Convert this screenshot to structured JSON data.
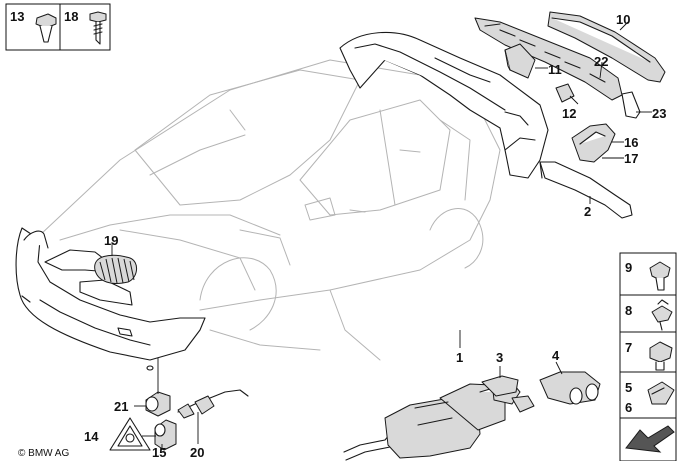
{
  "callouts": {
    "c1": "1",
    "c2": "2",
    "c3": "3",
    "c4": "4",
    "c5": "5",
    "c6": "6",
    "c7": "7",
    "c8": "8",
    "c9": "9",
    "c10": "10",
    "c11": "11",
    "c12": "12",
    "c13": "13",
    "c14": "14",
    "c15": "15",
    "c16": "16",
    "c17": "17",
    "c18": "18",
    "c19": "19",
    "c20": "20",
    "c21": "21",
    "c22": "22",
    "c23": "23"
  },
  "copyright": "© BMW AG"
}
